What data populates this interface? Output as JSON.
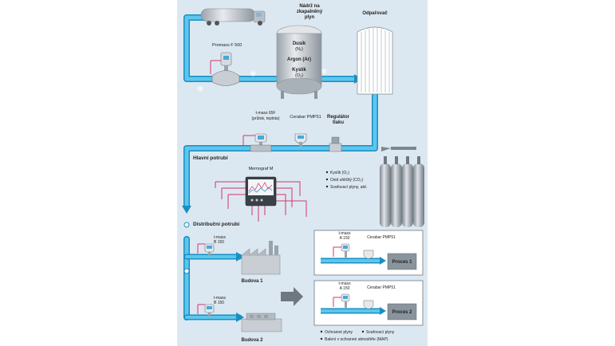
{
  "tank": {
    "title_line1": "Nádrž na",
    "title_line2": "zkapalněný",
    "title_line3": "plyn",
    "g1": "Dusík",
    "g1f": "(N₂)",
    "g2": "Argon (Ar)",
    "g3": "Kyslík",
    "g3f": "(O₂)"
  },
  "evaporator": {
    "label": "Odpařovač"
  },
  "meters": {
    "premass": "Promass F 500",
    "tmass65f_line1": "t-mass 65F",
    "tmass65f_line2": "(průtok, teplota)",
    "cerabar": "Cerabar PMP51",
    "regulator_line1": "Regulátor",
    "regulator_line2": "tlaku",
    "memograf": "Memograf M",
    "tmass_b1_line1": "t-mass",
    "tmass_b1_line2": "B 150",
    "tmass_b2_line1": "t-mass",
    "tmass_b2_line2": "B 150"
  },
  "pipes": {
    "main": "Hlavní potrubí",
    "distribution": "Distribuční potrubí"
  },
  "buildings": {
    "b1": "Budova 1",
    "b2": "Budova 2"
  },
  "cylinder_legend": {
    "item1": "Kyslík (O₂)",
    "item2": "Oxid uhličitý (CO₂)",
    "item3": "Svařovací plyny, atd."
  },
  "process_panels": [
    {
      "meter_line1": "t-mass",
      "meter_line2": "A 150",
      "cerabar": "Cerabar PMP51",
      "process": "Proces 1"
    },
    {
      "meter_line1": "t-mass",
      "meter_line2": "A 150",
      "cerabar": "Cerabar PMP51",
      "process": "Proces 2"
    }
  ],
  "bottom_legend": {
    "item1": "Ochranné plyny",
    "item2": "Svařovací plyny",
    "item3": "Balení v ochranné atmosféře (MAP)"
  },
  "colors": {
    "panel": "#dce8f1",
    "pipe": "#33b0e0",
    "pipe_edge": "#1a8fc0",
    "signal": "#d6336c",
    "tank": "#c7ccd2"
  }
}
